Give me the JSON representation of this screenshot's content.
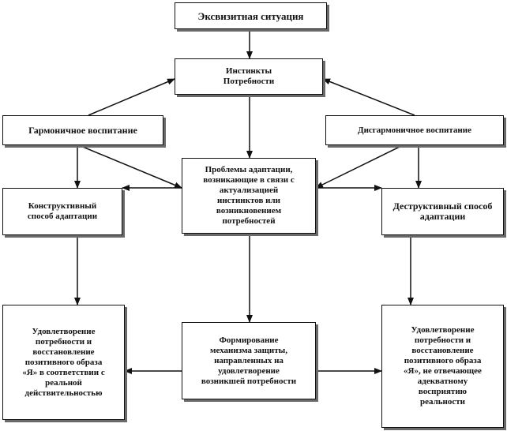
{
  "nodes": {
    "title": {
      "lines": [
        "Эксвизитная ситуация"
      ]
    },
    "instincts": {
      "lines": [
        "Инстинкты",
        "Потребности"
      ]
    },
    "harmonious": {
      "lines": [
        "Гармоничное воспитание"
      ]
    },
    "disharmonious": {
      "lines": [
        "Дисгармоничное воспитание"
      ]
    },
    "problems": {
      "lines": [
        "Проблемы адаптации,",
        "возникающие в связи с",
        "актуализацией",
        "инстинктов или",
        "возникновением",
        "потребностей"
      ]
    },
    "constructive": {
      "lines": [
        "Конструктивный",
        "способ адаптации"
      ]
    },
    "destructive": {
      "lines": [
        "Деструктивный способ",
        "адаптации"
      ]
    },
    "satisfaction_left": {
      "lines": [
        "Удовлетворение",
        "потребности и",
        "восстановление",
        "позитивного образа",
        "«Я» в соответствии с",
        "реальной",
        "действительностью"
      ]
    },
    "formation": {
      "lines": [
        "Формирование",
        "механизма защиты,",
        "направленных на",
        "удовлетворение",
        "возникшей потребности"
      ]
    },
    "satisfaction_right": {
      "lines": [
        "Удовлетворение",
        "потребности и",
        "восстановление",
        "позитивного образа",
        "«Я», не отвечающее",
        "адекватному",
        "восприятию",
        "реальности"
      ]
    }
  },
  "edges": [
    {
      "from": "title",
      "to": "instincts"
    },
    {
      "from": "harmonious",
      "to": "instincts"
    },
    {
      "from": "disharmonious",
      "to": "instincts"
    },
    {
      "from": "instincts",
      "to": "problems"
    },
    {
      "from": "harmonious",
      "to": "constructive"
    },
    {
      "from": "harmonious",
      "to": "problems"
    },
    {
      "from": "disharmonious",
      "to": "destructive"
    },
    {
      "from": "disharmonious",
      "to": "problems"
    },
    {
      "from": "problems",
      "to": "constructive"
    },
    {
      "from": "problems",
      "to": "destructive"
    },
    {
      "from": "constructive",
      "to": "satisfaction_left"
    },
    {
      "from": "destructive",
      "to": "satisfaction_right"
    },
    {
      "from": "problems",
      "to": "formation"
    },
    {
      "from": "formation",
      "to": "satisfaction_left"
    },
    {
      "from": "formation",
      "to": "satisfaction_right"
    }
  ]
}
